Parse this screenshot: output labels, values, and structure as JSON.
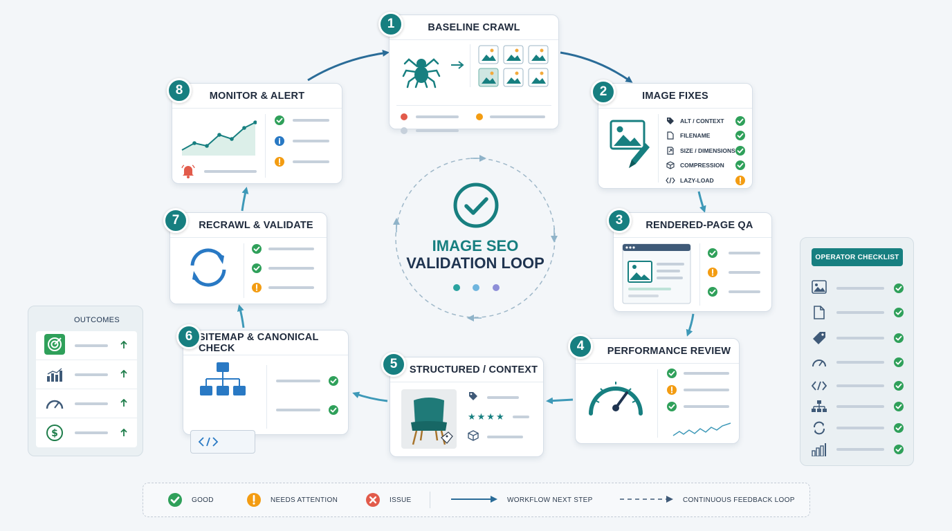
{
  "title": {
    "line1": "IMAGE SEO",
    "line2": "VALIDATION LOOP"
  },
  "colors": {
    "teal": "#177f80",
    "good": "#2fa05a",
    "attention": "#f39c12",
    "issue": "#e25b4b",
    "info": "#2979c4",
    "arrow": "#2a6c98"
  },
  "steps": [
    {
      "num": "1",
      "title": "BASELINE CRAWL",
      "icon": "spider-icon"
    },
    {
      "num": "2",
      "title": "IMAGE FIXES",
      "icon": "image-edit-icon",
      "items": [
        {
          "label": "ALT / CONTEXT",
          "icon": "tag-icon",
          "status": "good"
        },
        {
          "label": "FILENAME",
          "icon": "file-icon",
          "status": "good"
        },
        {
          "label": "SIZE / DIMENSIONS",
          "icon": "resize-icon",
          "status": "good"
        },
        {
          "label": "COMPRESSION",
          "icon": "box-icon",
          "status": "good"
        },
        {
          "label": "LAZY-LOAD",
          "icon": "code-icon",
          "status": "attention"
        }
      ]
    },
    {
      "num": "3",
      "title": "RENDERED-PAGE QA",
      "icon": "browser-icon",
      "statuses": [
        "good",
        "attention",
        "good"
      ]
    },
    {
      "num": "4",
      "title": "PERFORMANCE REVIEW",
      "icon": "gauge-icon",
      "statuses": [
        "good",
        "attention",
        "good"
      ]
    },
    {
      "num": "5",
      "title": "STRUCTURED / CONTEXT",
      "icon": "chair-icon"
    },
    {
      "num": "6",
      "title": "SITEMAP & CANONICAL CHECK",
      "icon": "sitemap-icon",
      "statuses": [
        "good",
        "good"
      ]
    },
    {
      "num": "7",
      "title": "RECRAWL & VALIDATE",
      "icon": "refresh-icon",
      "statuses": [
        "good",
        "good",
        "attention"
      ]
    },
    {
      "num": "8",
      "title": "MONITOR & ALERT",
      "icon": "line-chart-icon",
      "statuses": [
        "good",
        "info",
        "attention"
      ]
    }
  ],
  "outcomes": {
    "title": "OUTCOMES",
    "rows": [
      "target-icon",
      "bar-chart-icon",
      "gauge-icon",
      "dollar-icon"
    ]
  },
  "operator_checklist": {
    "title": "OPERATOR CHECKLIST",
    "rows": [
      "image-icon",
      "file-icon",
      "tag-icon",
      "gauge-icon",
      "code-icon",
      "sitemap-icon",
      "refresh-icon",
      "bar-chart-icon"
    ]
  },
  "legend": {
    "good": "GOOD",
    "attention": "NEEDS ATTENTION",
    "issue": "ISSUE",
    "next_step": "WORKFLOW NEXT STEP",
    "feedback": "CONTINUOUS FEEDBACK LOOP"
  }
}
